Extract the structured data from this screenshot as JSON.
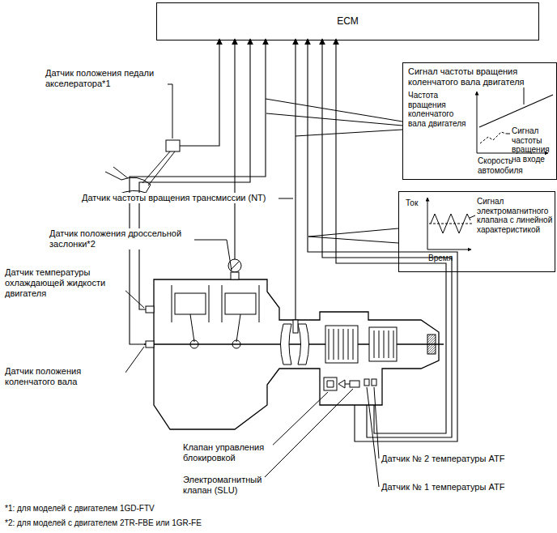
{
  "diagram": {
    "nodes": [
      {
        "text": [
          "ECM"
        ]
      },
      {
        "text": [
          "Сигнал частоты вращения коленчатого вала двигателя",
          "Частота вращения коленчатого вала двигателя",
          "Сигнал частоты вращения на входе",
          "Скорость автомобиля"
        ]
      },
      {
        "text": [
          "Ток",
          "Сигнал электромагнитного клапана с линейной характеристикой",
          "Время"
        ]
      }
    ],
    "labels": [
      "Датчик положения педали акселератора*1",
      "Датчик частоты вращения трансмиссии (NT)",
      "Датчик положения дроссельной заслонки*2",
      "Датчик температуры охлаждающей жидкости двигателя",
      "Датчик положения коленчатого вала",
      "Клапан управления блокировкой",
      "Электромагнитный клапан (SLU)",
      "Датчик № 2 температуры ATF",
      "Датчик № 1 температуры ATF",
      "*1: для моделей с двигателем 1GD-FTV",
      "*2: для моделей с двигателем 2TR-FBE или 1GR-FE"
    ]
  }
}
